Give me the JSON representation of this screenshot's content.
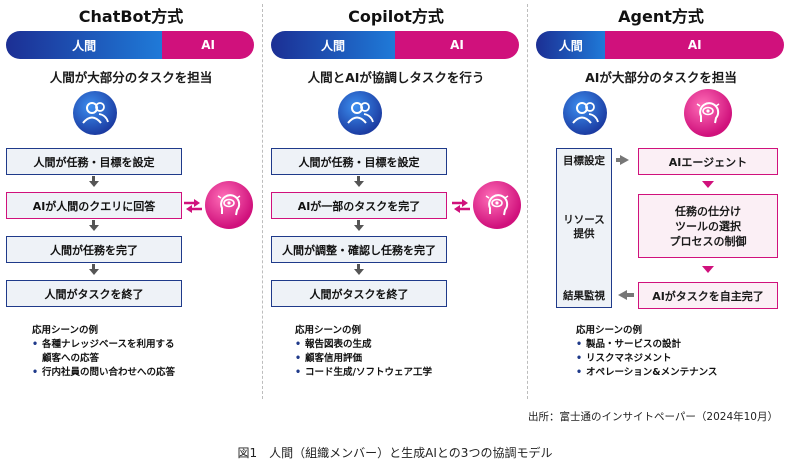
{
  "columns": [
    {
      "title": "ChatBot方式",
      "ratio_human": "人間",
      "ratio_ai": "AI",
      "subtitle": "人間が大部分のタスクを担当",
      "steps": [
        "人間が任務・目標を設定",
        "AIが人間のクエリに回答",
        "人間が任務を完了",
        "人間がタスクを終了"
      ],
      "examples_title": "応用シーンの例",
      "examples": [
        "各種ナレッジベースを利用する\n顧客への応答",
        "行内社員の問い合わせへの応答"
      ]
    },
    {
      "title": "Copilot方式",
      "ratio_human": "人間",
      "ratio_ai": "AI",
      "subtitle": "人間とAIが協調しタスクを行う",
      "steps": [
        "人間が任務・目標を設定",
        "AIが一部のタスクを完了",
        "人間が調整・確認し任務を完了",
        "人間がタスクを終了"
      ],
      "examples_title": "応用シーンの例",
      "examples": [
        "報告図表の生成",
        "顧客信用評価",
        "コード生成/ソフトウェア工学"
      ]
    },
    {
      "title": "Agent方式",
      "ratio_human": "人間",
      "ratio_ai": "AI",
      "subtitle": "AIが大部分のタスクを担当",
      "side_labels": [
        "目標設定",
        "リソース\n提供",
        "結果監視"
      ],
      "agent_steps": [
        "AIエージェント",
        "任務の仕分け\nツールの選択\nプロセスの制御",
        "AIがタスクを自主完了"
      ],
      "examples_title": "応用シーンの例",
      "examples": [
        "製品・サービスの設計",
        "リスクマネジメント",
        "オペレーション&メンテナンス"
      ]
    }
  ],
  "source": "出所：富士通のインサイトペーパー（2024年10月）",
  "caption": "図1　人間（組織メンバー）と生成AIとの3つの協調モデル",
  "colors": {
    "human_dark": "#1c2f94",
    "human_light": "#1f7ad8",
    "ai": "#d0117c"
  },
  "icons": [
    "people-icon",
    "ai-brain-icon",
    "swap-arrows-icon"
  ]
}
